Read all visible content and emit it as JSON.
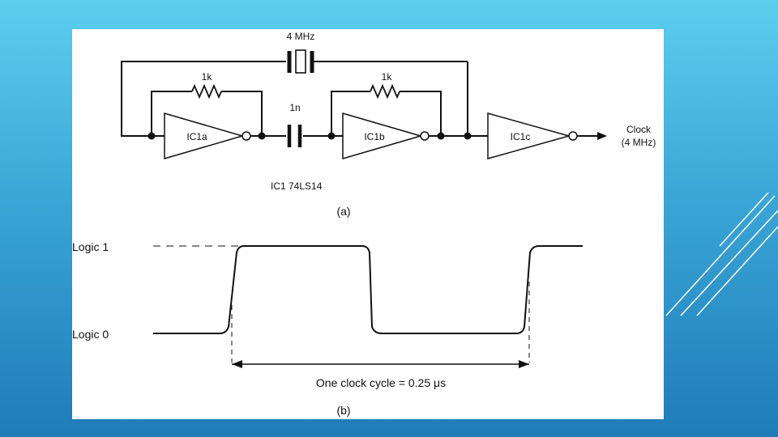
{
  "circuit": {
    "crystal_label": "4 MHz",
    "resistor1_label": "1k",
    "resistor2_label": "1k",
    "capacitor_label": "1n",
    "gate1_label": "IC1a",
    "gate2_label": "IC1b",
    "gate3_label": "IC1c",
    "output_label_line1": "Clock",
    "output_label_line2": "(4 MHz)",
    "ic_label": "IC1 74LS14",
    "caption": "(a)"
  },
  "waveform": {
    "logic1_label": "Logic 1",
    "logic0_label": "Logic 0",
    "cycle_label": "One clock cycle = 0.25 μs",
    "caption": "(b)"
  },
  "theme": {
    "background_top": "#5ccfee",
    "background_bottom": "#1f7cb8",
    "panel": "#ffffff",
    "ink": "#111111"
  }
}
